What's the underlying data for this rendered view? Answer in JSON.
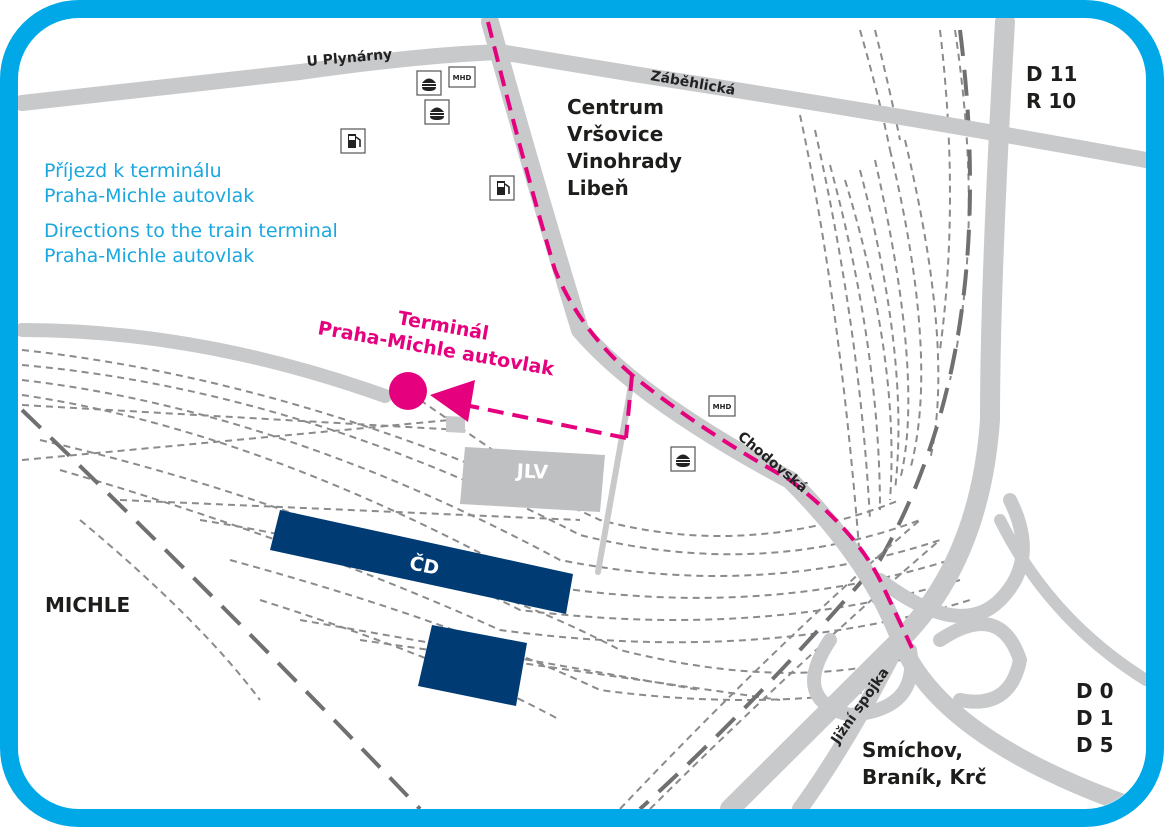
{
  "colors": {
    "frame": "#00a8e8",
    "route": "#e5007e",
    "road": "#c8c9cb",
    "cd_block": "#003b74",
    "jlv_block": "#bfc0c2",
    "info_text": "#1aa7e0"
  },
  "info": {
    "cz_line1": "Příjezd k terminálu",
    "cz_line2": "Praha-Michle autovlak",
    "en_line1": "Directions to the train terminal",
    "en_line2": "Praha-Michle autovlak"
  },
  "terminal": {
    "line1": "Terminál",
    "line2": "Praha-Michle autovlak"
  },
  "streets": {
    "u_plynarny": "U Plynárny",
    "zabehlicka": "Záběhlická",
    "chodovska": "Chodovská",
    "jizni_spojka": "Jižní spojka"
  },
  "places": {
    "north": [
      "Centrum",
      "Vršovice",
      "Vinohrady",
      "Libeň"
    ],
    "michle": "MICHLE",
    "south": [
      "Smíchov,",
      "Braník, Krč"
    ],
    "highways_ne": [
      "D 11",
      "R 10"
    ],
    "highways_se": [
      "D 0",
      "D 1",
      "D 5"
    ]
  },
  "blocks": {
    "jlv": "JLV",
    "cd": "ČD"
  },
  "poi": {
    "mhd_label": "MHD",
    "icons": [
      "restaurant-icon",
      "bus-stop-icon",
      "fuel-station-icon"
    ]
  }
}
